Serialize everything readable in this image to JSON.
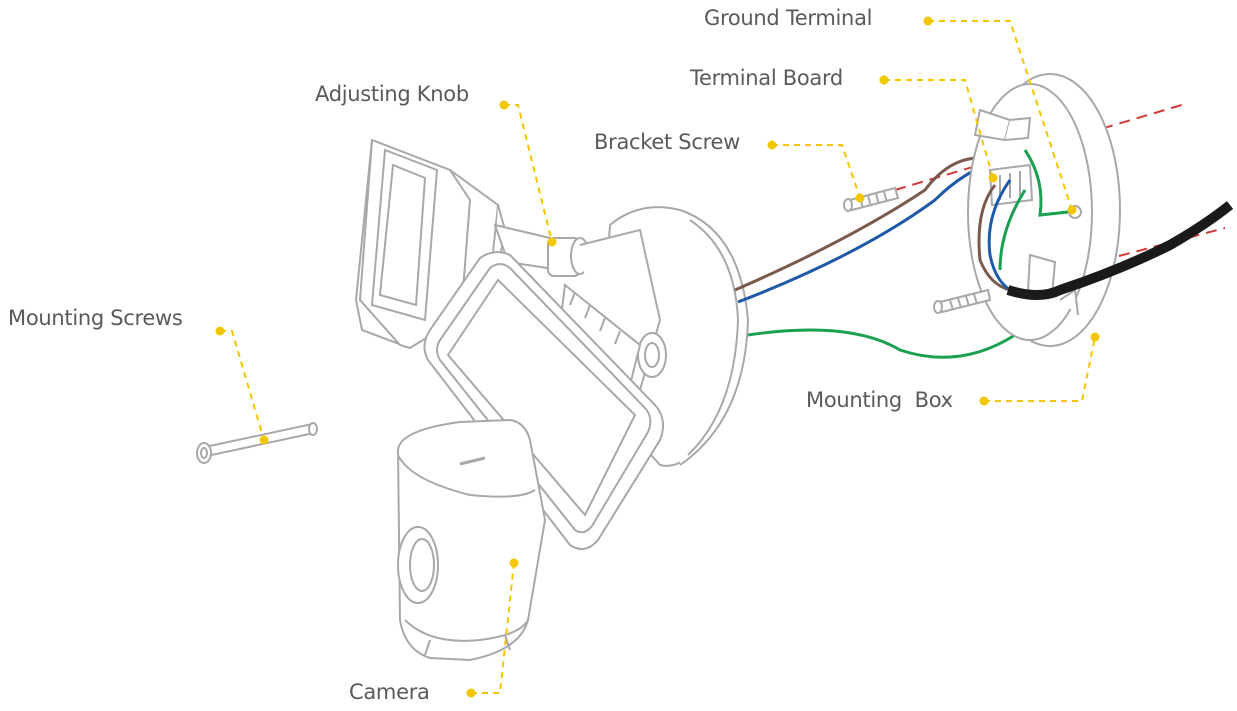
{
  "labels": {
    "ground_terminal": "Ground Terminal",
    "terminal_board": "Terminal Board",
    "adjusting_knob": "Adjusting Knob",
    "bracket_screw": "Bracket Screw",
    "mounting_screws": "Mounting Screws",
    "mounting_box": "Mounting  Box",
    "camera": "Camera"
  },
  "colors": {
    "outline": "#a8a8a8",
    "callout": "#f2c700",
    "wire_brown": "#7a5a4a",
    "wire_blue": "#1f5aa8",
    "wire_green": "#1aa050",
    "cable_black": "#1a1a1a",
    "axis_red": "#d23a3a",
    "label_text": "#5a5a5a"
  }
}
